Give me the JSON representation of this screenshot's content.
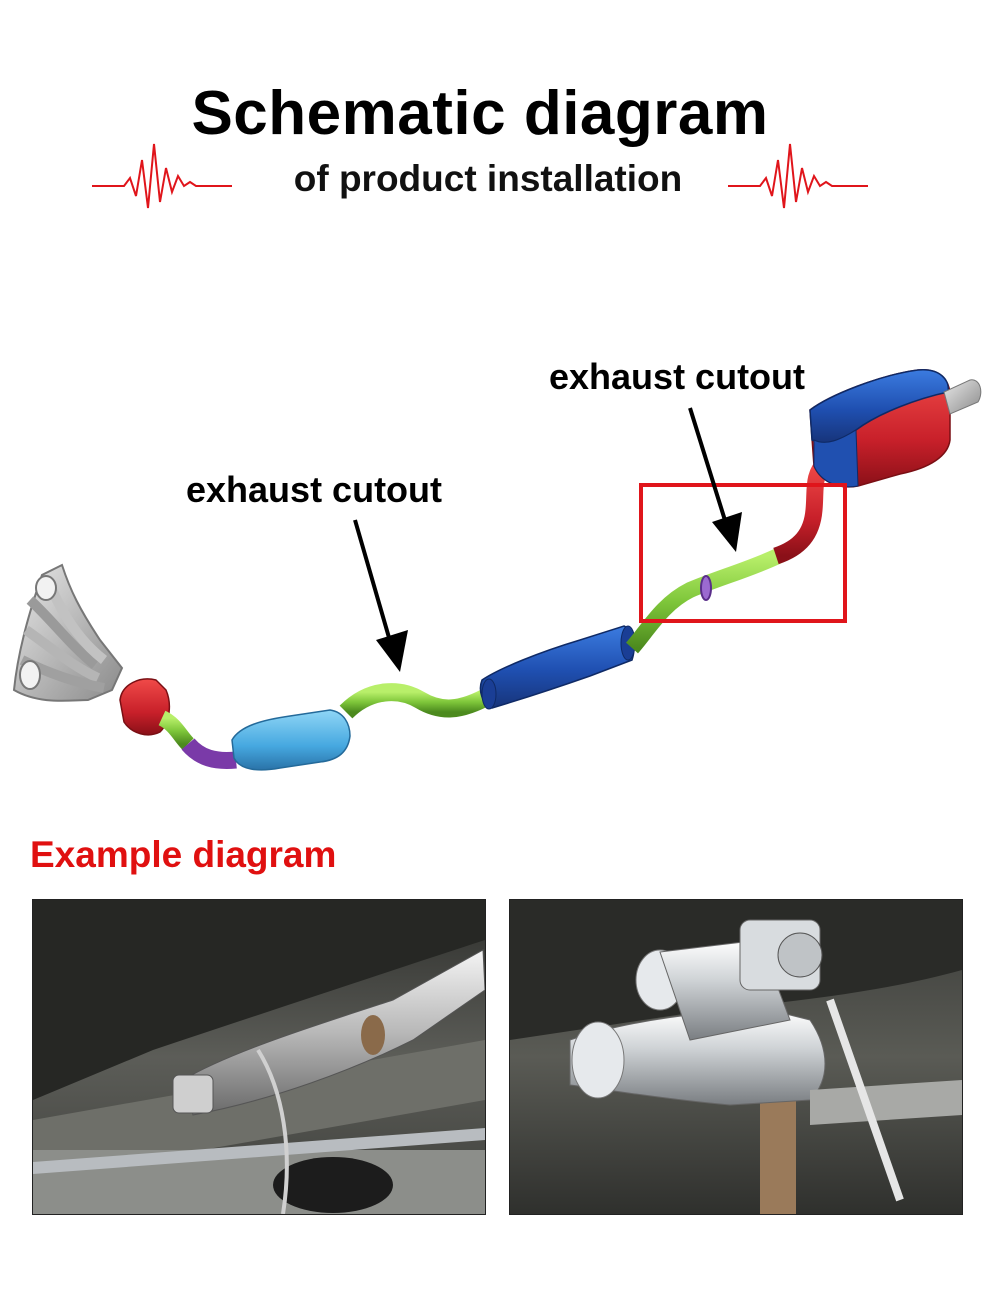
{
  "header": {
    "title": "Schematic diagram",
    "subtitle": "of product installation"
  },
  "diagram": {
    "label_rear": "exhaust cutout",
    "label_mid": "exhaust cutout",
    "highlight_color": "#e0151b",
    "colors": {
      "muffler_blue": "#2056b8",
      "muffler_red": "#d0202a",
      "pipe_green": "#7ec63a",
      "cat_red": "#c8202a",
      "resonator_blue": "#46a8e0",
      "flex_purple": "#7a3aa8"
    }
  },
  "examples": {
    "title": "Example diagram"
  },
  "icons": {
    "left_wave": "heartbeat-wave-icon",
    "right_wave": "heartbeat-wave-icon"
  }
}
